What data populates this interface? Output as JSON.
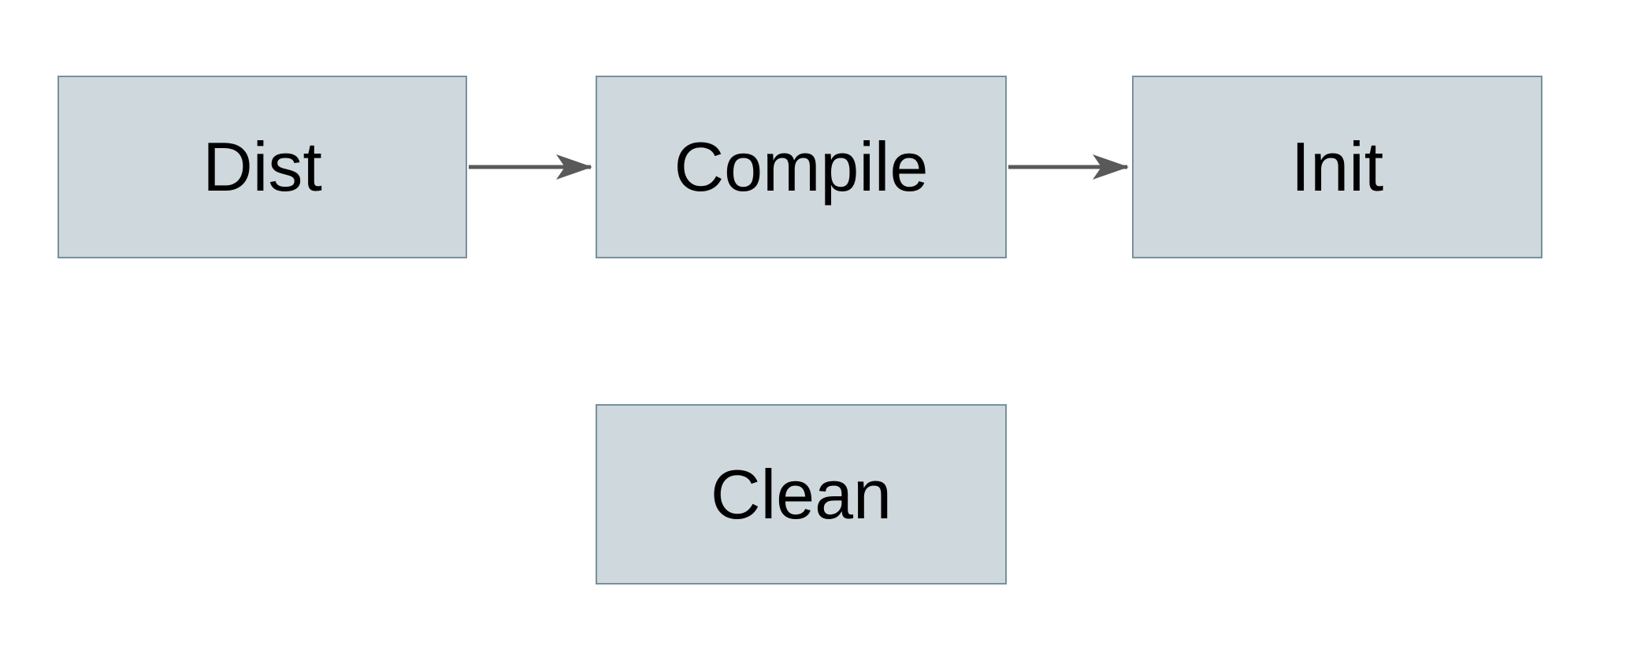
{
  "diagram": {
    "type": "flowchart",
    "direction": "left-to-right",
    "nodes": [
      {
        "id": "dist",
        "label": "Dist"
      },
      {
        "id": "compile",
        "label": "Compile"
      },
      {
        "id": "init",
        "label": "Init"
      },
      {
        "id": "clean",
        "label": "Clean"
      }
    ],
    "edges": [
      {
        "from": "dist",
        "to": "compile",
        "style": "solid",
        "arrowhead": "stealth"
      },
      {
        "from": "compile",
        "to": "init",
        "style": "solid",
        "arrowhead": "stealth"
      }
    ],
    "colors": {
      "node_fill": "#cfd8dc",
      "node_border": "#78909c",
      "edge": "#595959",
      "label_text": "#000000",
      "background": "#ffffff"
    }
  }
}
